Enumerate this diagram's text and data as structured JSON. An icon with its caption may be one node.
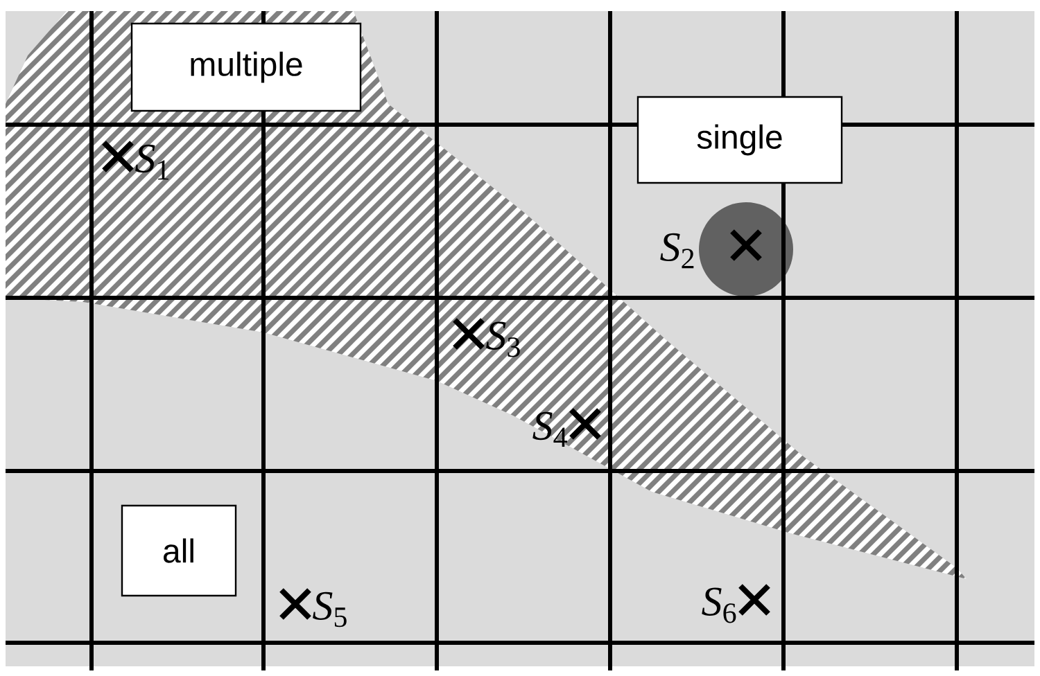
{
  "diagram": {
    "nodes": [
      {
        "text": [
          "multiple"
        ]
      },
      {
        "text": [
          "single"
        ]
      },
      {
        "text": [
          "all"
        ]
      }
    ],
    "labels": [
      "*S*$_{1}$",
      "*S*$_{2}$",
      "*S*$_{3}$",
      "*S*$_{4}$",
      "*S*$_{5}$",
      "*S*$_{6}$"
    ]
  }
}
